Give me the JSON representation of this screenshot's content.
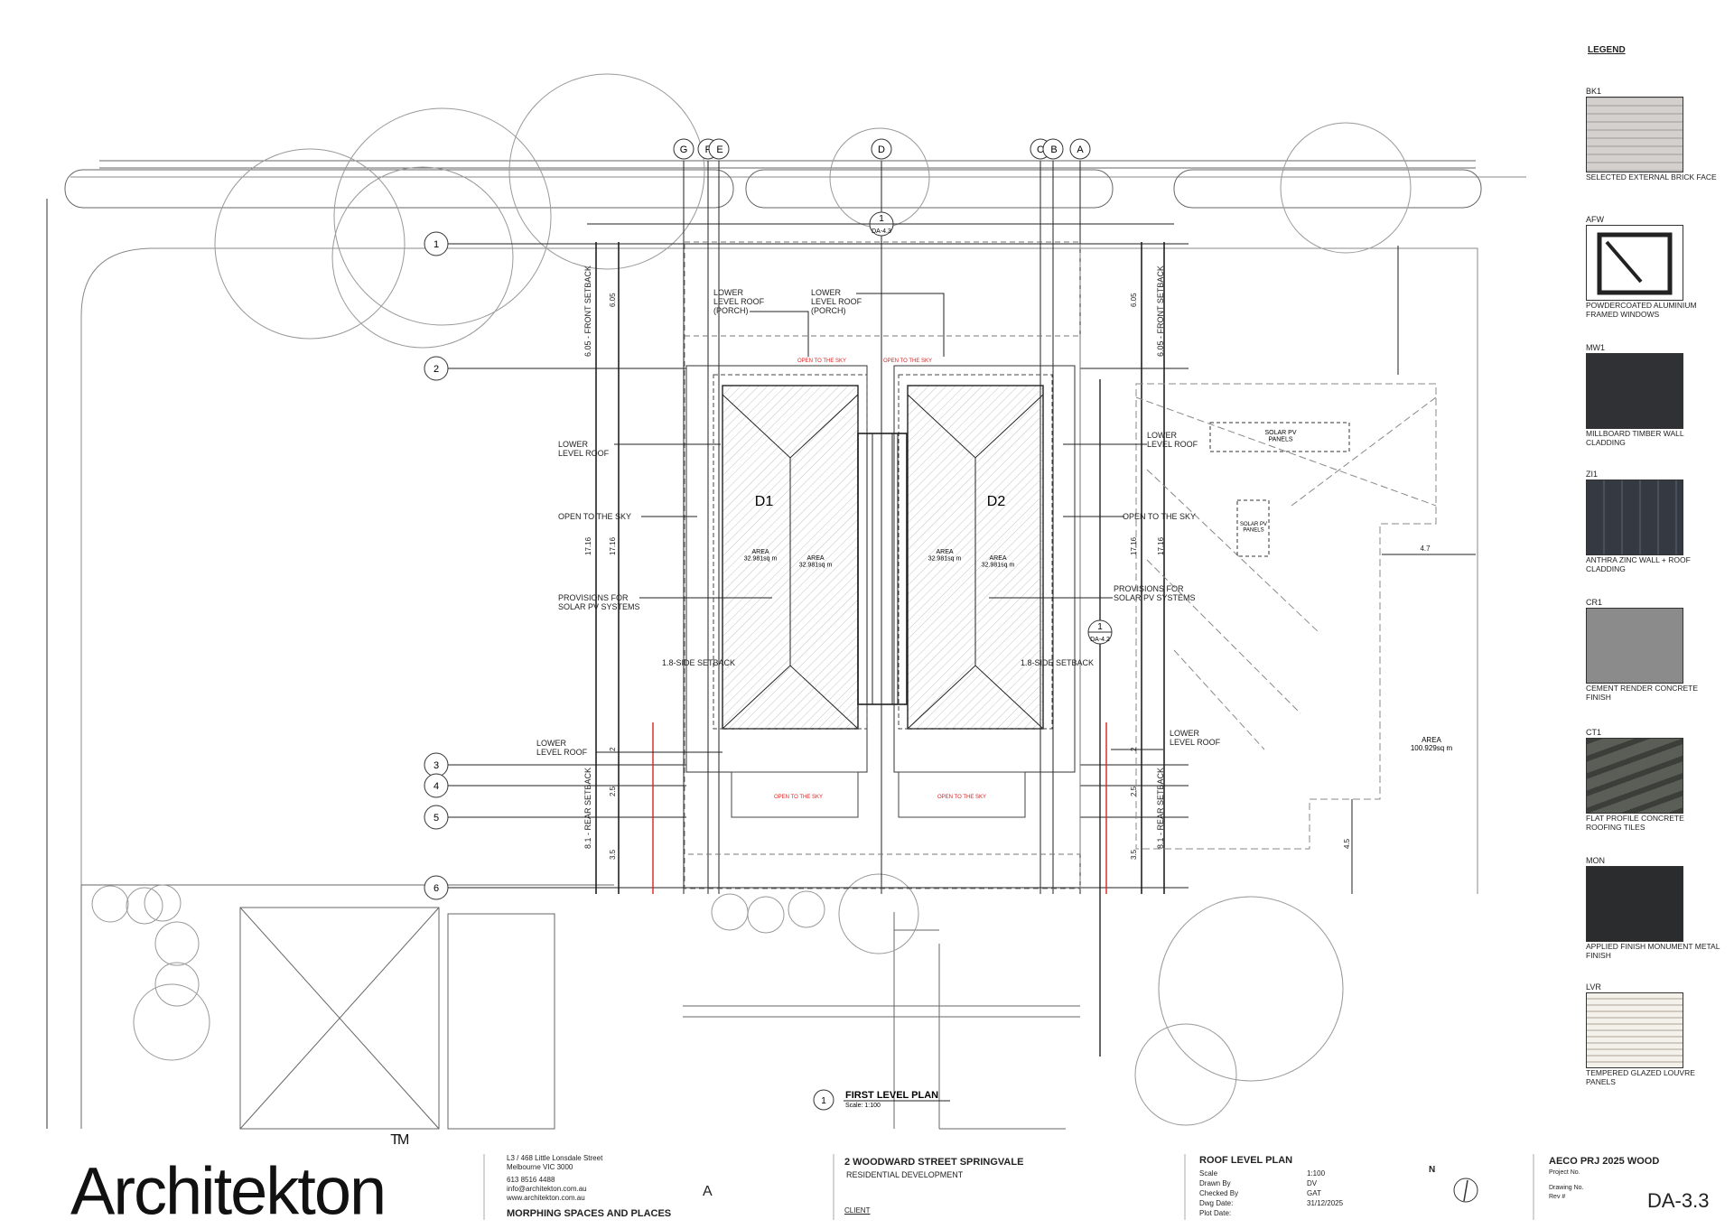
{
  "grid_labels": [
    "G",
    "F",
    "E",
    "D",
    "C",
    "B",
    "A",
    "1",
    "2",
    "3",
    "4",
    "5",
    "6"
  ],
  "section_markers": [
    {
      "num": "1",
      "ref": "DA-4.3"
    },
    {
      "num": "1",
      "ref": "DA-4.2"
    }
  ],
  "units": [
    {
      "id": "D1",
      "areas": [
        "AREA\n32.981sq m",
        "AREA\n32.981sq m"
      ]
    },
    {
      "id": "D2",
      "areas": [
        "AREA\n32.981sq m",
        "AREA\n32.981sq m"
      ]
    }
  ],
  "neighbour_area": "AREA\n100.929sq m",
  "labels": {
    "lower_level_roof_porch": "LOWER\nLEVEL ROOF\n(PORCH)",
    "lower_level_roof": "LOWER\nLEVEL ROOF",
    "open_to_sky": "OPEN TO THE SKY",
    "provisions_solar": "PROVISIONS FOR\nSOLAR PV SYSTEMS",
    "side_setback": "1.8-SIDE SETBACK",
    "front_setback": "6.05 - FRONT SETBACK",
    "rear_setback": "8.1 - REAR SETBACK",
    "solar_pv_panels": "SOLAR PV\nPANELS",
    "open_to_sky_red": "OPEN TO THE SKY"
  },
  "dimensions": {
    "front": "6.05",
    "middle": "17.16",
    "d1": "2",
    "d2": "2.5",
    "d3": "3.5",
    "neighbour_w": "4.7",
    "neighbour_h": "4.5"
  },
  "plan_title": {
    "num": "1",
    "title": "FIRST LEVEL PLAN",
    "scale": "Scale: 1:100"
  },
  "legend": {
    "heading": "LEGEND",
    "items": [
      {
        "code": "BK1",
        "desc": "SELECTED EXTERNAL BRICK FACE",
        "color": "#c9c6c4"
      },
      {
        "code": "AFW",
        "desc": "POWDERCOATED ALUMINIUM FRAMED WINDOWS",
        "color": "#ffffff"
      },
      {
        "code": "MW1",
        "desc": "MILLBOARD TIMBER WALL CLADDING",
        "color": "#2f3135"
      },
      {
        "code": "ZI1",
        "desc": "ANTHRA ZINC WALL + ROOF CLADDING",
        "color": "#3a3f47"
      },
      {
        "code": "CR1",
        "desc": "CEMENT RENDER CONCRETE FINISH",
        "color": "#8b8b8b"
      },
      {
        "code": "CT1",
        "desc": "FLAT PROFILE CONCRETE ROOFING TILES",
        "color": "#4a4d48"
      },
      {
        "code": "MON",
        "desc": "APPLIED FINISH MONUMENT METAL FINISH",
        "color": "#2b2c2e"
      },
      {
        "code": "LVR",
        "desc": "TEMPERED GLAZED LOUVRE PANELS",
        "color": "#e9e4dc"
      }
    ]
  },
  "title_block": {
    "logo": "Architekton",
    "tm": "TM",
    "address": "L3 / 468 Little Lonsdale Street\nMelbourne VIC 3000",
    "phone": "613 8516 4488",
    "email": "info@architekton.com.au",
    "web": "www.architekton.com.au",
    "mark": "A",
    "tagline": "MORPHING SPACES AND PLACES",
    "project": "2 WOODWARD STREET SPRINGVALE",
    "project_sub": "RESIDENTIAL DEVELOPMENT",
    "client": "CLIENT",
    "drawing_title": "ROOF LEVEL PLAN",
    "rows": [
      {
        "k": "Scale",
        "v": "1:100"
      },
      {
        "k": "Drawn By",
        "v": "DV"
      },
      {
        "k": "Checked By",
        "v": "GAT"
      },
      {
        "k": "Dwg Date:",
        "v": "31/12/2025"
      },
      {
        "k": "Plot Date:",
        "v": ""
      }
    ],
    "north": "N",
    "project_no_title": "AECO PRJ 2025 WOOD",
    "project_no_label": "Project No.",
    "drawing_no_label": "Drawing No.",
    "rev_label": "Rev #",
    "drawing_no": "DA-3.3"
  }
}
